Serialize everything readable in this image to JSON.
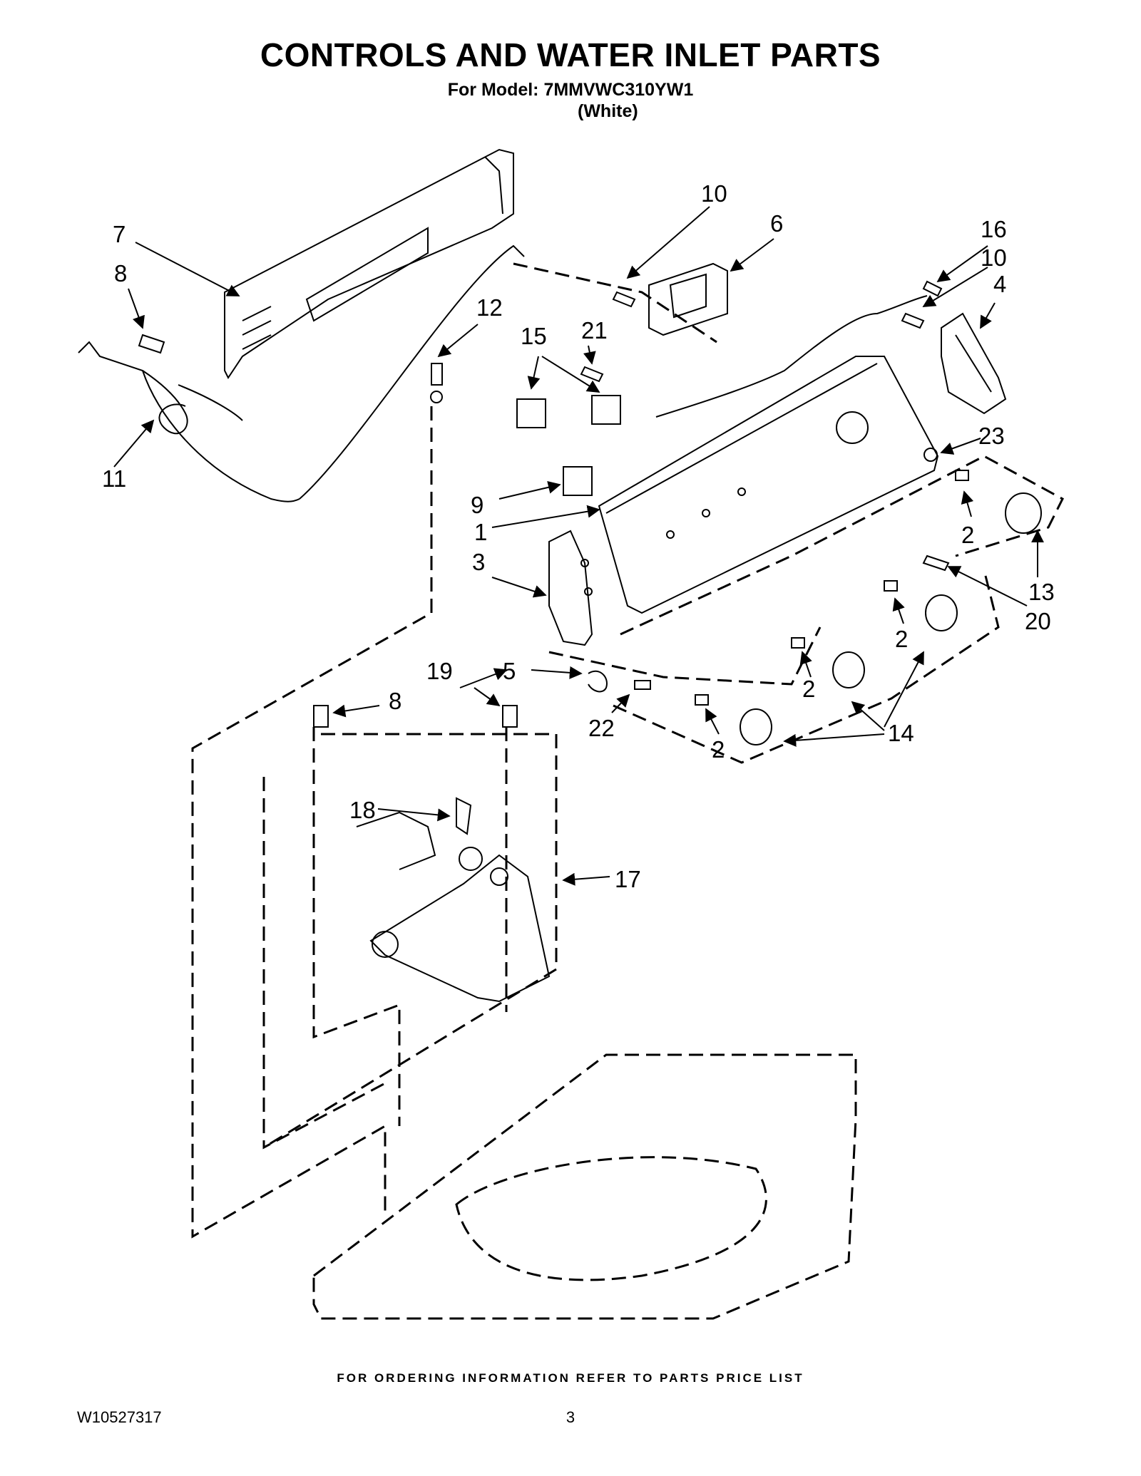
{
  "header": {
    "title": "CONTROLS AND WATER INLET PARTS",
    "model_line": "For Model: 7MMVWC310YW1",
    "color": "(White)"
  },
  "callouts": [
    {
      "id": "c7",
      "text": "7"
    },
    {
      "id": "c8a",
      "text": "8"
    },
    {
      "id": "c11",
      "text": "11"
    },
    {
      "id": "c12",
      "text": "12"
    },
    {
      "id": "c10a",
      "text": "10"
    },
    {
      "id": "c6",
      "text": "6"
    },
    {
      "id": "c16",
      "text": "16"
    },
    {
      "id": "c10b",
      "text": "10"
    },
    {
      "id": "c4",
      "text": "4"
    },
    {
      "id": "c15",
      "text": "15"
    },
    {
      "id": "c21",
      "text": "21"
    },
    {
      "id": "c23",
      "text": "23"
    },
    {
      "id": "c9",
      "text": "9"
    },
    {
      "id": "c1",
      "text": "1"
    },
    {
      "id": "c3",
      "text": "3"
    },
    {
      "id": "c2a",
      "text": "2"
    },
    {
      "id": "c13",
      "text": "13"
    },
    {
      "id": "c20",
      "text": "20"
    },
    {
      "id": "c2b",
      "text": "2"
    },
    {
      "id": "c19",
      "text": "19"
    },
    {
      "id": "c5",
      "text": "5"
    },
    {
      "id": "c8b",
      "text": "8"
    },
    {
      "id": "c2c",
      "text": "2"
    },
    {
      "id": "c22",
      "text": "22"
    },
    {
      "id": "c14",
      "text": "14"
    },
    {
      "id": "c2d",
      "text": "2"
    },
    {
      "id": "c18",
      "text": "18"
    },
    {
      "id": "c17",
      "text": "17"
    }
  ],
  "footer": {
    "ordering_note": "FOR ORDERING INFORMATION REFER TO PARTS PRICE LIST",
    "document_number": "W10527317",
    "page_number": "3"
  }
}
